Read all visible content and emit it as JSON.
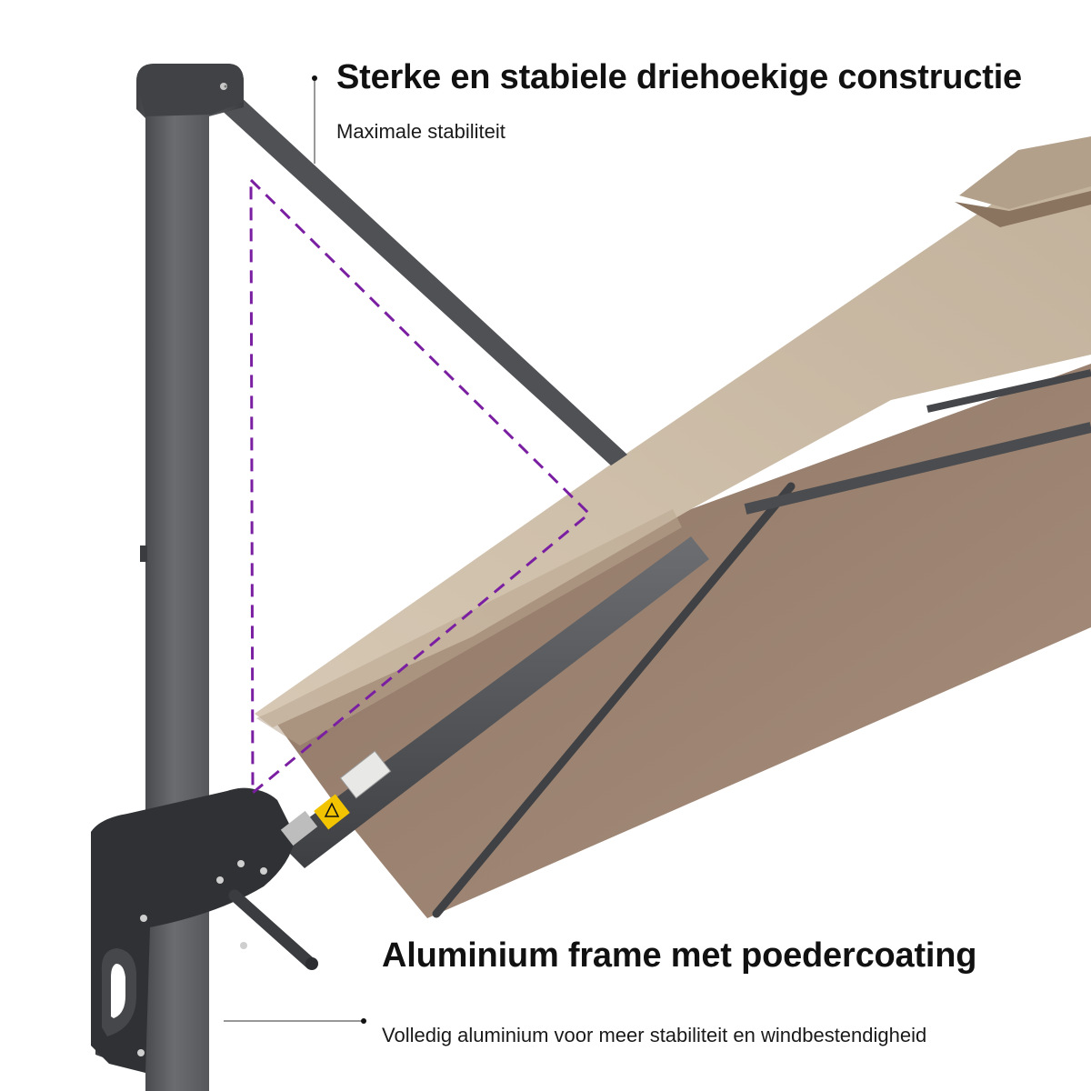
{
  "callouts": {
    "top": {
      "title": "Sterke en stabiele driehoekige constructie",
      "subtitle": "Maximale stabiliteit"
    },
    "bottom": {
      "title": "Aluminium frame met poedercoating",
      "subtitle": "Volledig aluminium voor meer stabiliteit en windbestendigheid"
    }
  },
  "colors": {
    "background": "#ffffff",
    "pole": "#55575a",
    "canopy_top": "#cbbba6",
    "canopy_under": "#a08572",
    "frame": "#4a4c4f",
    "highlight_triangle": "#7b1fa2",
    "warning_label": "#f2c400"
  },
  "icons": {
    "warning_label": "warning-triangle-icon",
    "pointer_dot": "pointer-dot-icon"
  }
}
